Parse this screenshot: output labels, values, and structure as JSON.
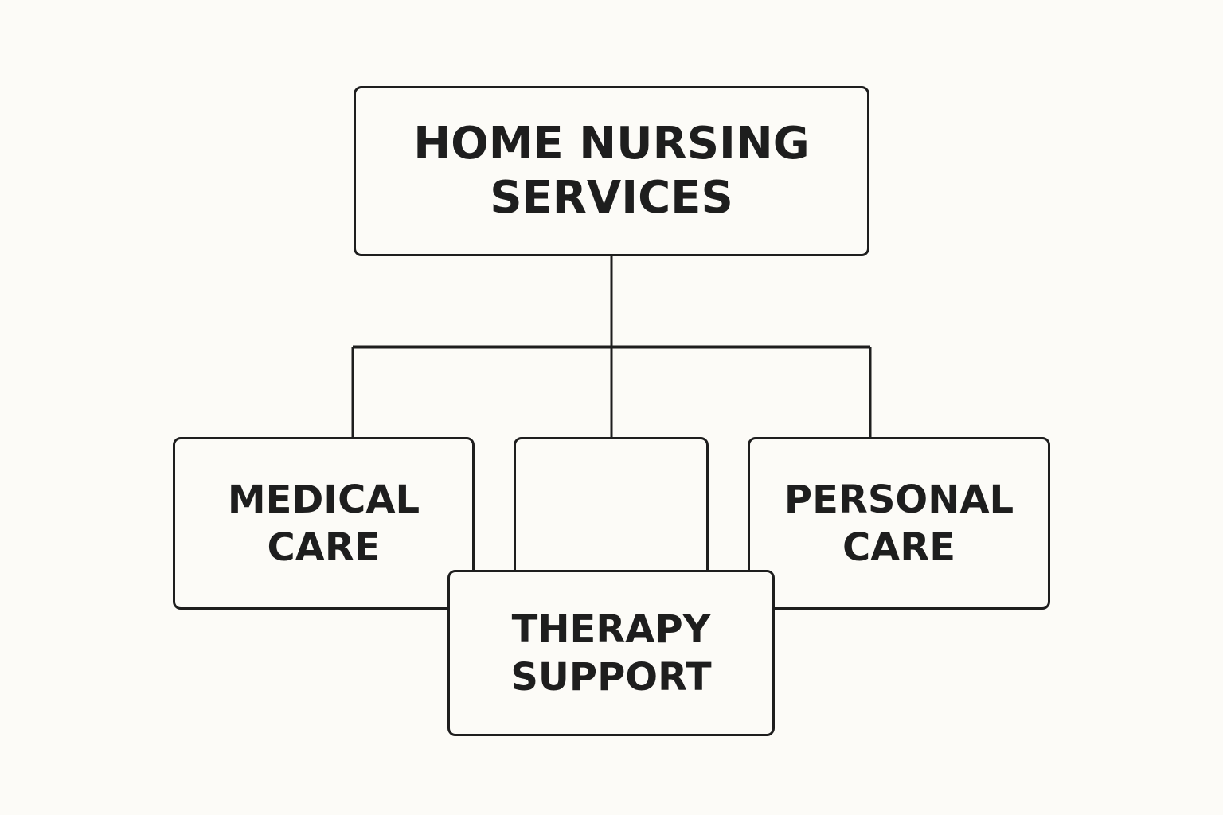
{
  "diagram": {
    "root": {
      "line1": "HOME NURSING",
      "line2": "SERVICES"
    },
    "left": {
      "line1": "MEDICAL",
      "line2": "CARE"
    },
    "right": {
      "line1": "PERSONAL",
      "line2": "CARE"
    },
    "front": {
      "line1": "THERAPY",
      "line2": "SUPPORT"
    }
  },
  "colors": {
    "background": "#fcfbf7",
    "stroke": "#1e1e1e"
  }
}
